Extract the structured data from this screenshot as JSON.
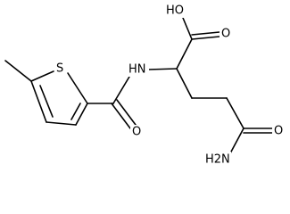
{
  "molecule": {
    "atoms": {
      "s": "S",
      "nh": "HN",
      "oh": "HO",
      "o_acid": "O",
      "o_amide": "O",
      "o_carbamoyl": "O",
      "nh2": "H2N"
    }
  }
}
